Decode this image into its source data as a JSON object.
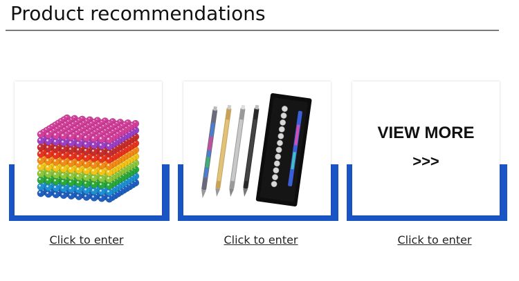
{
  "header": {
    "title": "Product recommendations"
  },
  "cards": [
    {
      "name": "magnetic-balls-cube",
      "link_label": "Click to enter"
    },
    {
      "name": "magnetic-pens-set",
      "link_label": "Click to enter"
    },
    {
      "name": "view-more",
      "view_more_label": "VIEW MORE",
      "arrows_label": ">>>",
      "link_label": "Click to enter"
    }
  ],
  "colors": {
    "accent_blue": "#1a55c6",
    "divider_gray": "#7a7a7a"
  }
}
